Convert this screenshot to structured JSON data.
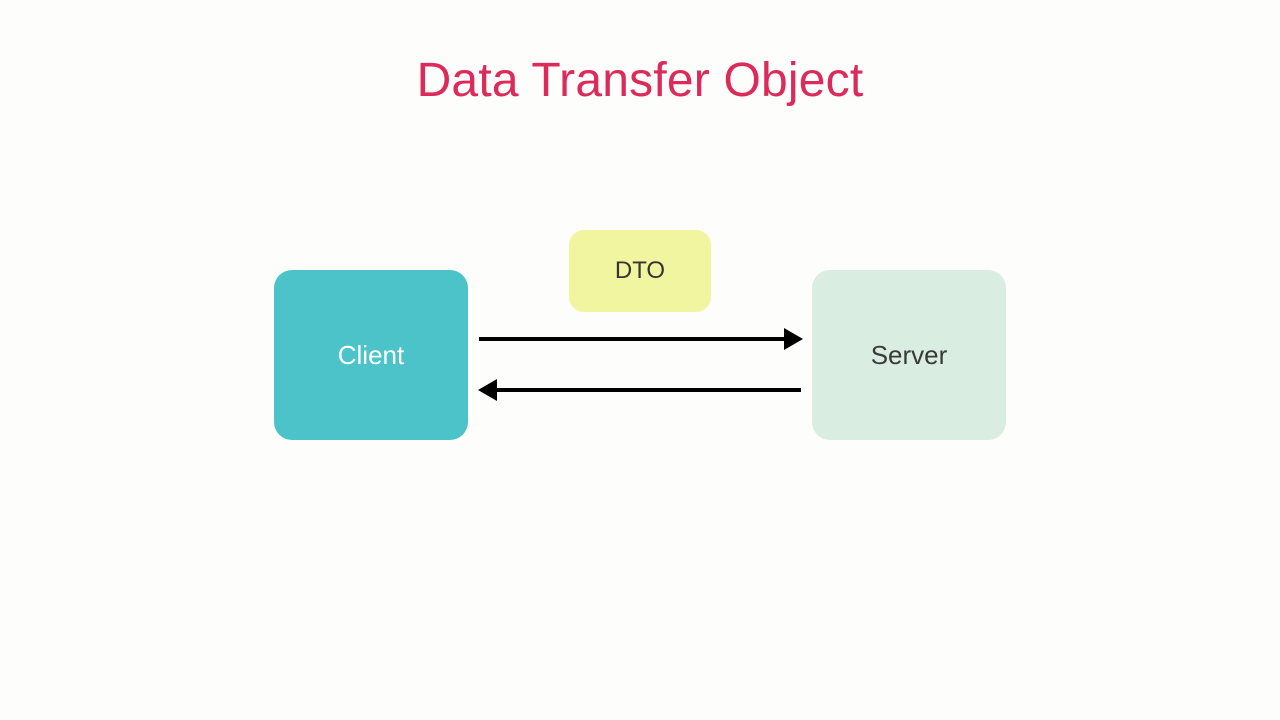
{
  "page": {
    "title": "Data Transfer Object",
    "background_color": "#fdfdfb",
    "title_color": "#dc2a5a"
  },
  "diagram": {
    "type": "flow-diagram",
    "nodes": [
      {
        "id": "client",
        "label": "Client",
        "fill_color": "#4cc3c9",
        "text_color": "#ffffff",
        "shape": "rounded-rectangle"
      },
      {
        "id": "dto",
        "label": "DTO",
        "fill_color": "#f2f5a0",
        "text_color": "#353535",
        "shape": "rounded-rectangle"
      },
      {
        "id": "server",
        "label": "Server",
        "fill_color": "#d9ede0",
        "text_color": "#3a3a3a",
        "shape": "rounded-rectangle"
      }
    ],
    "edges": [
      {
        "id": "client-to-server",
        "from": "client",
        "to": "server",
        "direction": "right",
        "color": "#000000",
        "label": ""
      },
      {
        "id": "server-to-client",
        "from": "server",
        "to": "client",
        "direction": "left",
        "color": "#000000",
        "label": ""
      }
    ]
  }
}
